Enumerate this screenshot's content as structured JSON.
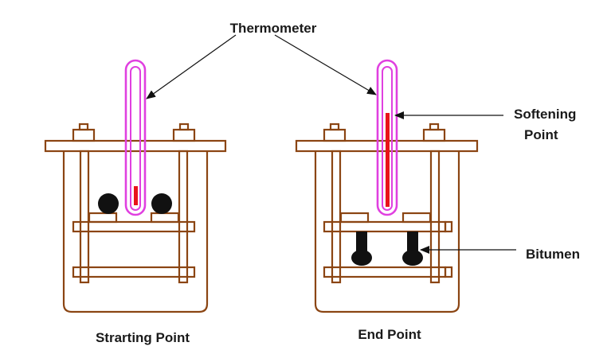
{
  "labels": {
    "thermometer": "Thermometer",
    "softening_line1": "Softening",
    "softening_line2": "Point",
    "bitumen": "Bitumen",
    "starting_point": "Strarting Point",
    "end_point": "End Point"
  },
  "colors": {
    "frame": "#8B4513",
    "thermometer": "#E040E0",
    "mercury": "#E8141A",
    "bitumen": "#111111",
    "text": "#1a1a1a"
  }
}
